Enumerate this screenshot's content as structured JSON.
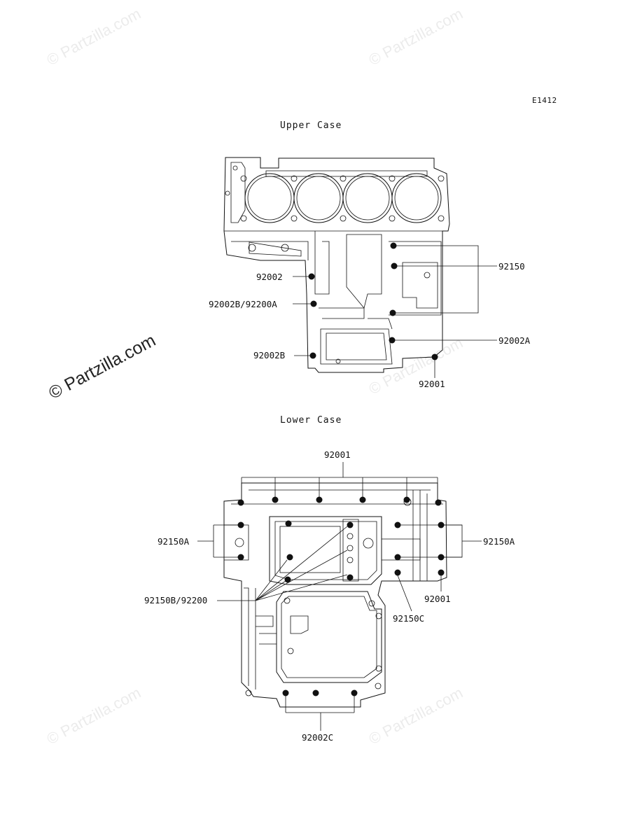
{
  "diagram_code": "E1412",
  "watermark": {
    "main": "© Partzilla.com",
    "faint": "© Partzilla.com"
  },
  "upper_case": {
    "title": "Upper Case",
    "callouts": [
      "92002",
      "92002B/92200A",
      "92002B",
      "92150",
      "92002A",
      "92001"
    ]
  },
  "lower_case": {
    "title": "Lower Case",
    "callouts": [
      "92001",
      "92150A",
      "92150B/92200",
      "92150A",
      "92001",
      "92150C",
      "92002C"
    ]
  }
}
